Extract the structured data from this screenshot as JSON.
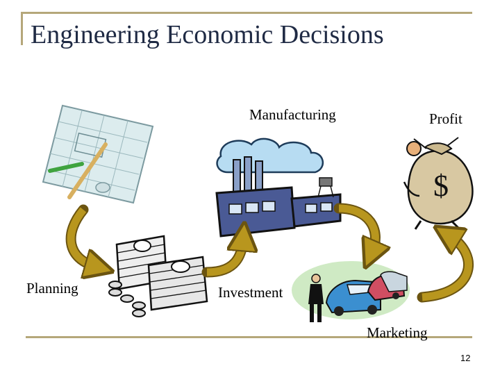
{
  "slide": {
    "title": "Engineering Economic Decisions",
    "page_number": "12"
  },
  "stages": [
    {
      "id": "planning",
      "label": "Planning",
      "icon": "blueprint-icon"
    },
    {
      "id": "investment",
      "label": "Investment",
      "icon": "money-stack-icon"
    },
    {
      "id": "manufacturing",
      "label": "Manufacturing",
      "icon": "factory-icon"
    },
    {
      "id": "marketing",
      "label": "Marketing",
      "icon": "salesman-cars-icon"
    },
    {
      "id": "profit",
      "label": "Profit",
      "icon": "money-bag-icon"
    }
  ],
  "colors": {
    "title": "#1f2a44",
    "rule": "#b5a77a",
    "arrow_fill": "#b8961e",
    "arrow_stroke": "#6b5410"
  }
}
